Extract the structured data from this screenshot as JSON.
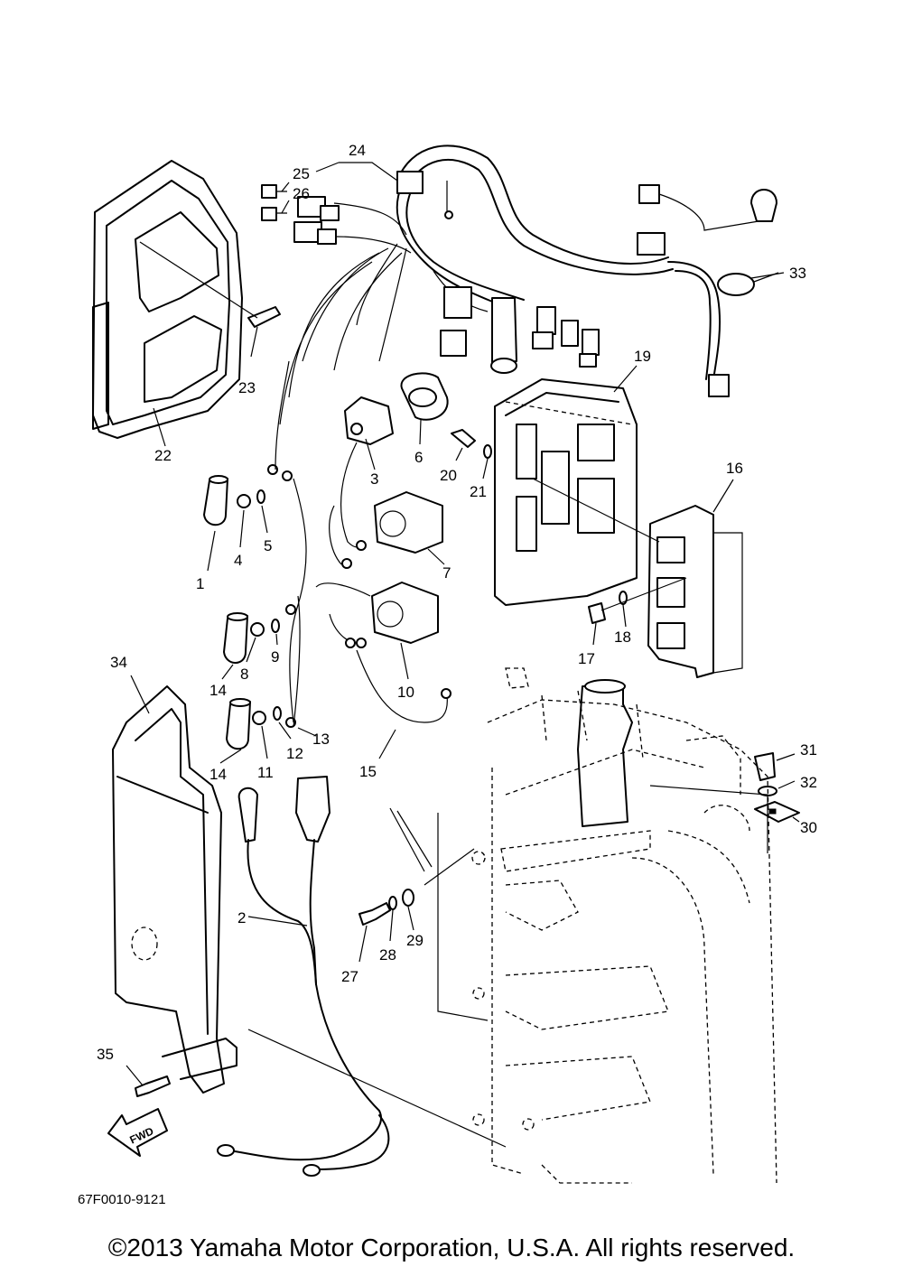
{
  "diagram": {
    "callouts": [
      "1",
      "2",
      "3",
      "4",
      "5",
      "6",
      "7",
      "8",
      "9",
      "10",
      "11",
      "12",
      "13",
      "14",
      "14",
      "15",
      "16",
      "17",
      "18",
      "19",
      "20",
      "21",
      "22",
      "23",
      "24",
      "25",
      "26",
      "27",
      "28",
      "29",
      "30",
      "31",
      "32",
      "33",
      "34",
      "35"
    ],
    "part_code": "67F0010-9121",
    "fwd_label": "FWD"
  },
  "footer": {
    "copyright": "©2013 Yamaha Motor Corporation, U.S.A. All rights reserved."
  }
}
